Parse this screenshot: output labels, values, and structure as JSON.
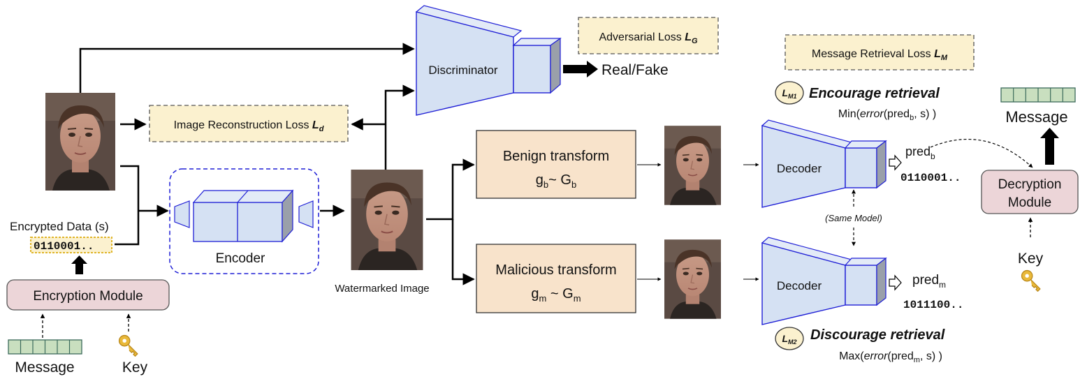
{
  "colors": {
    "accent_blue": "#1f1fd6",
    "block_fill": "#d5e1f3",
    "loss_fill": "#fbf1cf",
    "transform_fill": "#f8e3cb",
    "module_fill": "#ecd5d8",
    "bit_green": "#3c7c12",
    "bit_red": "#8b1212",
    "message_cell": "#c9dfbf",
    "key_gold": "#e9b93a"
  },
  "icons": [
    "key-icon",
    "face-photo",
    "bit-string-icon",
    "message-cells-icon"
  ],
  "losses": {
    "adversarial": "Adversarial Loss ",
    "adversarial_sym": "L",
    "adversarial_sub": "G",
    "retrieval": "Message Retrieval Loss ",
    "retrieval_sym": "L",
    "retrieval_sub": "M",
    "reconstruction": "Image Reconstruction Loss ",
    "reconstruction_sym": "L",
    "reconstruction_sub": "d"
  },
  "discriminator": {
    "label": "Discriminator",
    "output": "Real/Fake"
  },
  "encoder": {
    "label": "Encoder"
  },
  "encrypted": {
    "label": "Encrypted Data (s)",
    "bits": "0110001.."
  },
  "encryption_module": {
    "label": "Encryption Module"
  },
  "bottom_left": {
    "message": "Message",
    "key": "Key"
  },
  "watermarked": {
    "label": "Watermarked Image"
  },
  "benign": {
    "title": "Benign transform",
    "formula_g": "g",
    "formula_sub": "b",
    "formula_mid": "~ G",
    "formula_sub2": "b"
  },
  "malicious": {
    "title": "Malicious transform",
    "formula_g": "g",
    "formula_sub": "m",
    "formula_mid": " ~ G",
    "formula_sub2": "m"
  },
  "decoder_top": {
    "label": "Decoder",
    "pred": "pred",
    "pred_sub": "b",
    "bits": "0110001.."
  },
  "decoder_bottom": {
    "label": "Decoder",
    "pred": "pred",
    "pred_sub": "m",
    "bits": "1011100.."
  },
  "same_model": "(Same Model)",
  "encourage": {
    "badge": "L",
    "badge_sub": "M1",
    "title": "Encourage retrieval",
    "formula_a": "Min(",
    "formula_err": "error",
    "formula_b": "(pred",
    "formula_sub": "b",
    "formula_c": ", s) )"
  },
  "discourage": {
    "badge": "L",
    "badge_sub": "M2",
    "title": "Discourage retrieval",
    "formula_a": "Max(",
    "formula_err": "error",
    "formula_b": "(pred",
    "formula_sub": "m",
    "formula_c": ", s) )"
  },
  "decryption_module": {
    "line1": "Decryption",
    "line2": "Module"
  },
  "right_message": {
    "label": "Message"
  },
  "right_key": {
    "label": "Key"
  }
}
